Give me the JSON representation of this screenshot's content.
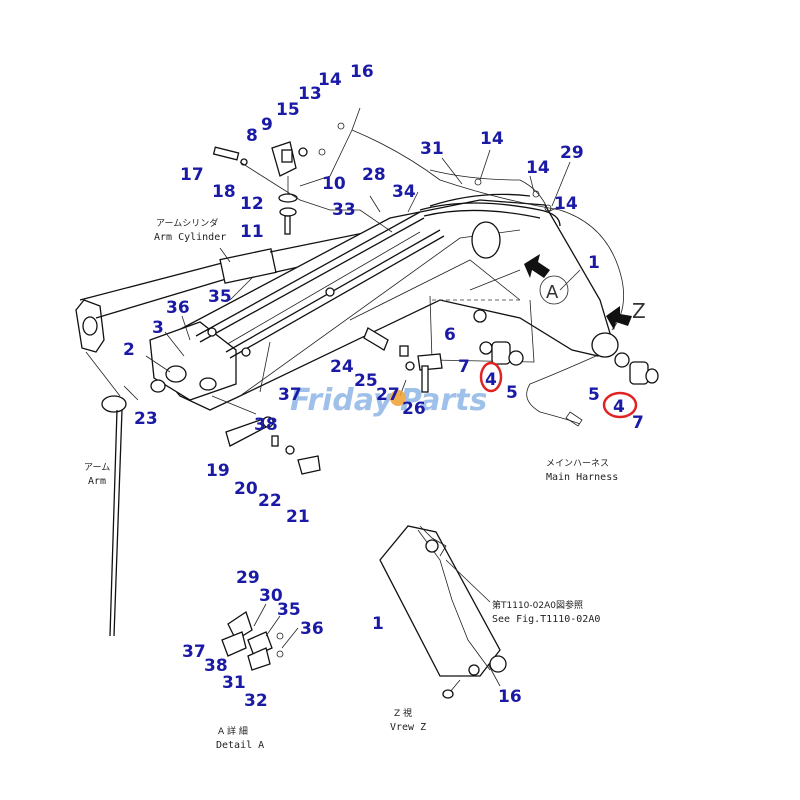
{
  "colors": {
    "label": "#1a1aa6",
    "line": "#111111",
    "highlight": "#e02424",
    "watermark_blue": "#8fb7e6",
    "watermark_orange": "#f0a030"
  },
  "watermark": {
    "part1": "Friday",
    "part2": "Parts"
  },
  "captions": {
    "arm_cylinder_jp": "アームシリンダ",
    "arm_cylinder_en": "Arm Cylinder",
    "arm_jp": "アーム",
    "arm_en": "Arm",
    "main_harness_jp": "メインハーネス",
    "main_harness_en": "Main Harness",
    "see_fig_jp": "第T1110-02A0図参照",
    "see_fig_en": "See Fig.T1110-02A0",
    "view_z_jp": "Z 視",
    "view_z_en": "Vrew Z",
    "detail_a_jp": "A 詳 細",
    "detail_a_en": "Detail A",
    "z_marker": "Z",
    "a_marker": "A"
  },
  "labels": {
    "l16a": "16",
    "l14a": "14",
    "l13": "13",
    "l15": "15",
    "l9": "9",
    "l8": "8",
    "l17": "17",
    "l18": "18",
    "l10": "10",
    "l12": "12",
    "l11": "11",
    "l28": "28",
    "l34": "34",
    "l33": "33",
    "l31a": "31",
    "l14b": "14",
    "l14c": "14",
    "l29a": "29",
    "l14d": "14",
    "l1a": "1",
    "l35a": "35",
    "l36a": "36",
    "l3": "3",
    "l2": "2",
    "l23": "23",
    "l6": "6",
    "l7a": "7",
    "l4a": "4",
    "l5a": "5",
    "l24": "24",
    "l25": "25",
    "l27": "27",
    "l26": "26",
    "l37a": "37",
    "l38a": "38",
    "l19": "19",
    "l20": "20",
    "l22": "22",
    "l21": "21",
    "l5b": "5",
    "l4b": "4",
    "l7b": "7",
    "l29b": "29",
    "l30": "30",
    "l35b": "35",
    "l36b": "36",
    "l37b": "37",
    "l38b": "38",
    "l31b": "31",
    "l32": "32",
    "l1b": "1",
    "l16b": "16"
  }
}
